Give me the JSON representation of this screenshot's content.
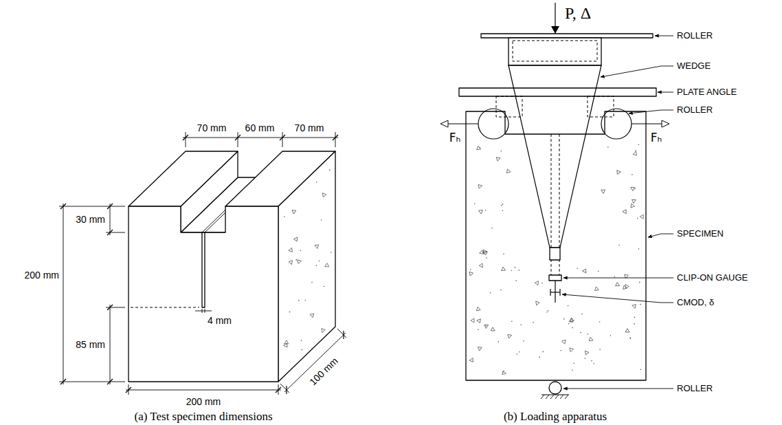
{
  "diagram": {
    "labels": [
      "70 mm",
      "60 mm",
      "70 mm",
      "30 mm",
      "200 mm",
      "85 mm",
      "4 mm",
      "200 mm",
      "100 mm",
      "(a) Test specimen dimensions",
      "P, Δ",
      "ROLLER",
      "WEDGE",
      "PLATE ANGLE",
      "ROLLER",
      "Fₕ",
      "Fₕ",
      "SPECIMEN",
      "CLIP-ON GAUGE",
      "CMOD, δ",
      "ROLLER",
      "(b) Loading apparatus"
    ]
  }
}
